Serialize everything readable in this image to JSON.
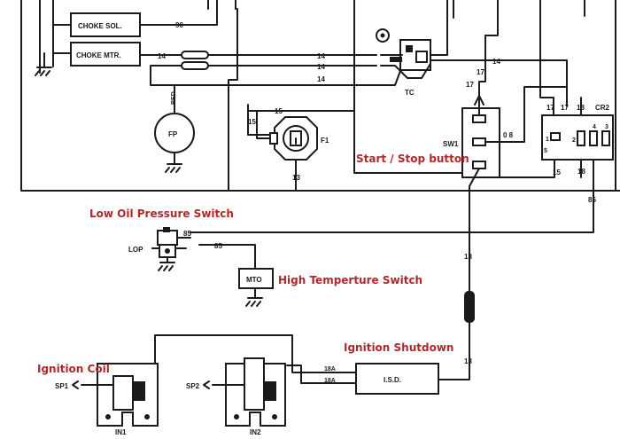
{
  "colors": {
    "line": "#1a1a1a",
    "annotation": "#b0282a",
    "background": "#ffffff"
  },
  "components": {
    "choke_sol": "CHOKE SOL.",
    "choke_mtr": "CHOKE MTR.",
    "fp": "FP",
    "f1": "F1",
    "tc": "TC",
    "sw1": "SW1",
    "cr2": "CR2",
    "lop": "LOP",
    "mto": "MTO",
    "isd": "I.S.D.",
    "ign1": "IN1",
    "ign2": "IN2",
    "sp1": "SP1",
    "sp2": "SP2",
    "red": "RED"
  },
  "wire_labels": {
    "w90": "90",
    "w14a": "14",
    "w14b": "14",
    "w14c": "14",
    "w14d": "14",
    "w14e": "14",
    "w15a": "15",
    "w15b": "15",
    "w13": "13",
    "w17a": "17",
    "w17b": "17",
    "w08": "0 8",
    "w17c": "17",
    "w17d": "17",
    "w18a": "18",
    "w18b": "18",
    "w15c": "15",
    "w85a": "85",
    "w85b": "85",
    "w85c": "85",
    "w18c": "18",
    "w18d": "18",
    "w18e": "18A",
    "w18f": "18A",
    "cr2_1": "1",
    "cr2_2": "2",
    "cr2_3": "3",
    "cr2_4": "4",
    "cr2_5": "5"
  },
  "annotations": {
    "start_stop": "Start / Stop button",
    "low_oil": "Low Oil Pressure Switch",
    "high_temp": "High Temperture Switch",
    "ign_shutdown": "Ignition  Shutdown",
    "ign_coil": "Ignition Coil"
  }
}
